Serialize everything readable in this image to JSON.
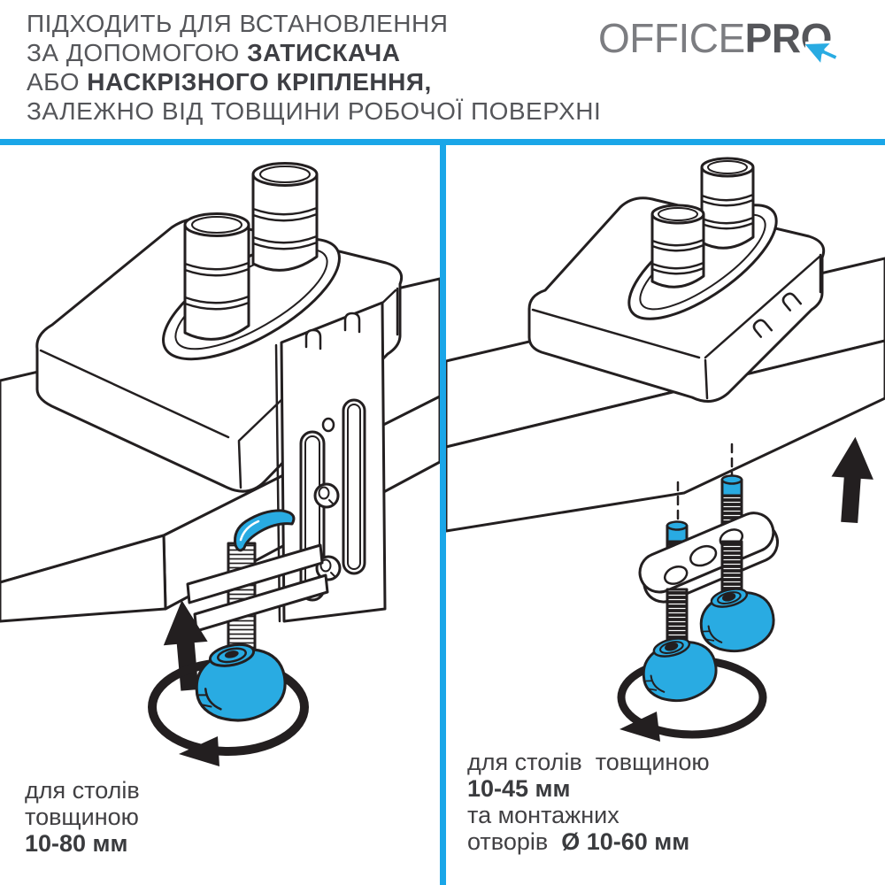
{
  "brand": {
    "logo_regular": "OFFICE",
    "logo_bold_pr": "PR",
    "logo_bold_o": "O",
    "cursor_icon": "mouse-cursor-icon",
    "colors": {
      "accent_blue": "#29abe2",
      "divider_blue": "#1aa6e8",
      "line_art": "#231f20",
      "logo_gray": "#7c7d81",
      "logo_dark": "#55565a"
    }
  },
  "header": {
    "line1": "ПІДХОДИТЬ ДЛЯ ВСТАНОВЛЕННЯ",
    "line2_regular": "ЗА ДОПОМОГОЮ ",
    "line2_bold": "ЗАТИСКАЧА",
    "line3_regular": "АБО ",
    "line3_bold": "НАСКРІЗНОГО КРІПЛЕННЯ,",
    "line4": "ЗАЛЕЖНО ВІД ТОВЩИНИ РОБОЧОЇ ПОВЕРХНІ"
  },
  "left_panel": {
    "illustration": "desk-clamp-mount",
    "caption": {
      "line1": "для столів",
      "line2": "товщиною",
      "range_bold": "10-80 мм"
    }
  },
  "right_panel": {
    "illustration": "grommet-through-hole-mount",
    "caption": {
      "line1": "для столів  товщиною",
      "range1_bold": "10-45 мм",
      "line2": "та монтажних",
      "line3_regular": "отворів  ",
      "range2_bold": "Ø 10-60 мм"
    }
  }
}
